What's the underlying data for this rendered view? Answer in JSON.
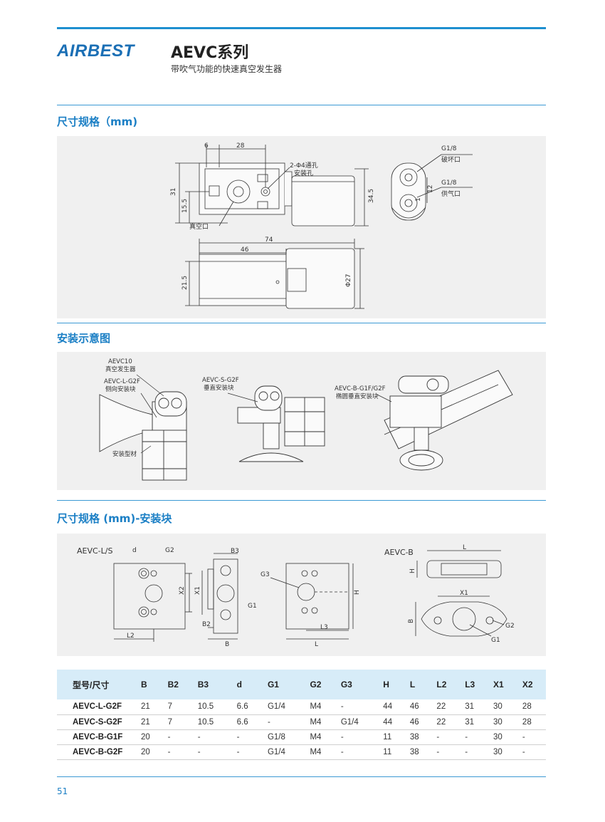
{
  "header": {
    "logo_text": "AIRBEST",
    "series_title": "AEVC系列",
    "series_subtitle": "带吹气功能的快速真空发生器"
  },
  "sections": {
    "dimensions_title": "尺寸规格（mm)",
    "installation_title": "安装示意图",
    "bracket_title": "尺寸规格 (mm)-安装块"
  },
  "dimensions_drawing": {
    "dim_6": "6",
    "dim_28": "28",
    "hole_note_line1": "2-Φ4通孔",
    "hole_note_line2": "安装孔",
    "dim_31": "31",
    "dim_15_5": "15.5",
    "dim_34_5": "34.5",
    "vacuum_port": "真空口",
    "g18_top": "G1/8",
    "break_port": "破坏口",
    "g18_bottom": "G1/8",
    "supply_port": "供气口",
    "dim_12": "12",
    "dim_1": "1",
    "dim_74": "74",
    "dim_46": "46",
    "dim_21_5": "21.5",
    "dim_phi27": "Φ27"
  },
  "installation": {
    "aevc10_line1": "AEVC10",
    "aevc10_line2": "真空发生器",
    "l_block_line1": "AEVC-L-G2F",
    "l_block_line2": "侧向安装块",
    "profile": "安装型材",
    "s_block_line1": "AEVC-S-G2F",
    "s_block_line2": "垂直安装块",
    "b_block_line1": "AEVC-B-G1F/G2F",
    "b_block_line2": "椭圆垂直安装块"
  },
  "bracket_drawing": {
    "ls_title": "AEVC-L/S",
    "d": "d",
    "g2": "G2",
    "b3": "B3",
    "g3": "G3",
    "x2": "X2",
    "x1": "X1",
    "g1": "G1",
    "h": "H",
    "l2": "L2",
    "b2": "B2",
    "b": "B",
    "l3": "L3",
    "l": "L",
    "b_title": "AEVC-B",
    "b_l": "L",
    "b_h": "H",
    "b_x1": "X1",
    "b_b": "B",
    "b_g2": "G2",
    "b_g1": "G1"
  },
  "spec_table": {
    "headers": [
      "型号/尺寸",
      "B",
      "B2",
      "B3",
      "d",
      "G1",
      "G2",
      "G3",
      "H",
      "L",
      "L2",
      "L3",
      "X1",
      "X2"
    ],
    "rows": [
      [
        "AEVC-L-G2F",
        "21",
        "7",
        "10.5",
        "6.6",
        "G1/4",
        "M4",
        "-",
        "44",
        "46",
        "22",
        "31",
        "30",
        "28"
      ],
      [
        "AEVC-S-G2F",
        "21",
        "7",
        "10.5",
        "6.6",
        "-",
        "M4",
        "G1/4",
        "44",
        "46",
        "22",
        "31",
        "30",
        "28"
      ],
      [
        "AEVC-B-G1F",
        "20",
        "-",
        "-",
        "-",
        "G1/8",
        "M4",
        "-",
        "11",
        "38",
        "-",
        "-",
        "30",
        "-"
      ],
      [
        "AEVC-B-G2F",
        "20",
        "-",
        "-",
        "-",
        "G1/4",
        "M4",
        "-",
        "11",
        "38",
        "-",
        "-",
        "30",
        "-"
      ]
    ]
  },
  "footer": {
    "page_number": "51"
  },
  "colors": {
    "accent": "#1e8fd0",
    "section_title": "#1b7fc5",
    "panel_bg": "#f0f0f0",
    "table_header_bg": "#d7ecf8"
  }
}
